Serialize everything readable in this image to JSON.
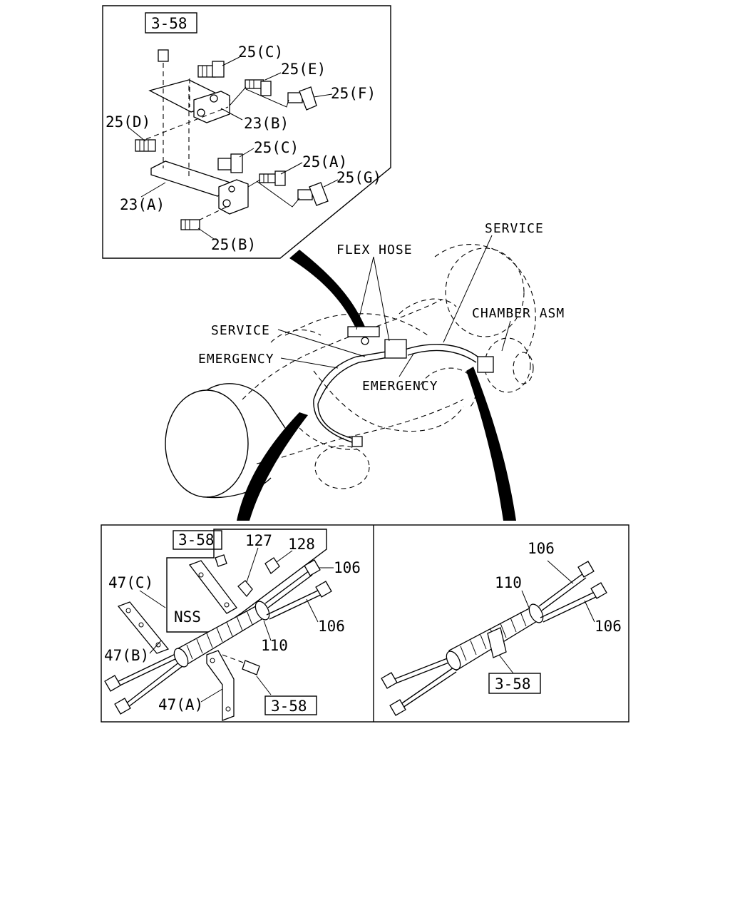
{
  "top_panel": {
    "ref_box": "3-58",
    "labels": {
      "c25_upper": "25(C)",
      "e25": "25(E)",
      "f25": "25(F)",
      "d25": "25(D)",
      "b23": "23(B)",
      "c25_lower": "25(C)",
      "a25": "25(A)",
      "g25": "25(G)",
      "a23": "23(A)",
      "b25": "25(B)"
    }
  },
  "axle_view": {
    "labels": {
      "flex_hose": "FLEX HOSE",
      "service_right": "SERVICE",
      "chamber_asm": "CHAMBER ASM",
      "service_left": "SERVICE",
      "emergency_left": "EMERGENCY",
      "emergency_center": "EMERGENCY"
    }
  },
  "bottom_left_panel": {
    "ref_box_top": "3-58",
    "ref_box_bottom": "3-58",
    "labels": {
      "p127": "127",
      "p128": "128",
      "p106_upper": "106",
      "p106_lower": "106",
      "c47": "47(C)",
      "nss": "NSS",
      "p110": "110",
      "b47": "47(B)",
      "a47": "47(A)"
    }
  },
  "bottom_right_panel": {
    "ref_box": "3-58",
    "labels": {
      "p106_upper": "106",
      "p110": "110",
      "p106_lower": "106"
    }
  }
}
